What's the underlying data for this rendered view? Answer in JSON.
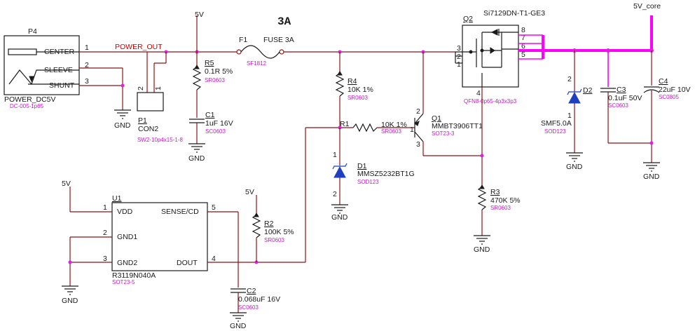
{
  "title": "3A",
  "nets": {
    "power_out": "POWER_OUT",
    "v5": "5V",
    "v5_core": "5V_core",
    "gnd": "GND"
  },
  "P4": {
    "ref": "P4",
    "value": "POWER_DC5V",
    "footprint": "DC-005-1p65",
    "pins": [
      {
        "name": "CENTER",
        "num": "1"
      },
      {
        "name": "SLEEVE",
        "num": "2"
      },
      {
        "name": "SHUNT",
        "num": "3"
      }
    ]
  },
  "P1": {
    "ref": "P1",
    "value": "CON2",
    "footprint": "SW2-10p4x15-1-8",
    "pin1": "1",
    "pin2": "2"
  },
  "R5": {
    "ref": "R5",
    "value": "0.1R 5%",
    "footprint": "SR0603"
  },
  "C1": {
    "ref": "C1",
    "value": "1uF 16V",
    "footprint": "SC0603"
  },
  "F1": {
    "ref": "F1",
    "value": "FUSE 3A",
    "footprint": "SF1812"
  },
  "R4": {
    "ref": "R4",
    "value": "10K 1%",
    "footprint": "SR0603"
  },
  "R1": {
    "ref": "R1",
    "value": "10K 1%",
    "footprint": "SR0603"
  },
  "D1": {
    "ref": "D1",
    "value": "MMSZ5232BT1G",
    "footprint": "SOD123",
    "pin1": "1",
    "pin2": "2"
  },
  "Q1": {
    "ref": "Q1",
    "value": "MMBT3906TT1",
    "footprint": "SOT23-3",
    "pin1": "1",
    "pin2": "2",
    "pin3": "3"
  },
  "Q2": {
    "ref": "Q2",
    "value": "Si7129DN-T1-GE3",
    "footprint": "QFN8-0p65-4p3x3p3",
    "pins": {
      "p1": "1",
      "p2": "2",
      "p3": "3",
      "p4": "4",
      "p5": "5",
      "p6": "6",
      "p7": "7",
      "p8": "8"
    }
  },
  "R3": {
    "ref": "R3",
    "value": "470K 5%",
    "footprint": "SR0603"
  },
  "D2": {
    "ref": "D2",
    "value": "SMF5.0A",
    "footprint": "SOD123",
    "pin1": "1",
    "pin2": "2"
  },
  "C3": {
    "ref": "C3",
    "value": "0.1uF 50V",
    "footprint": "SC0603"
  },
  "C4": {
    "ref": "C4",
    "value": "22uF 10V",
    "footprint": "SC0805"
  },
  "U1": {
    "ref": "U1",
    "value": "R3119N040A",
    "footprint": "SOT23-5",
    "pins": [
      {
        "name": "VDD",
        "num": "1"
      },
      {
        "name": "GND1",
        "num": "2"
      },
      {
        "name": "GND2",
        "num": "3"
      },
      {
        "name": "SENSE/CD",
        "num": "5"
      },
      {
        "name": "DOUT",
        "num": "4"
      }
    ]
  },
  "R2": {
    "ref": "R2",
    "value": "100K 5%",
    "footprint": "SR0603"
  },
  "C2": {
    "ref": "C2",
    "value": "0.068uF 16V",
    "footprint": "SC0603"
  }
}
